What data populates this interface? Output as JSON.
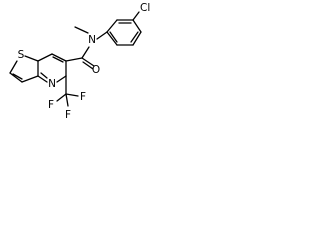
{
  "structure": {
    "atoms": {
      "cl": "Cl",
      "n_amide": "N",
      "o_carbonyl": "O",
      "s_ring": "S",
      "n_ring": "N",
      "f_top": "F",
      "f_left": "F",
      "f_bottom": "F"
    }
  }
}
